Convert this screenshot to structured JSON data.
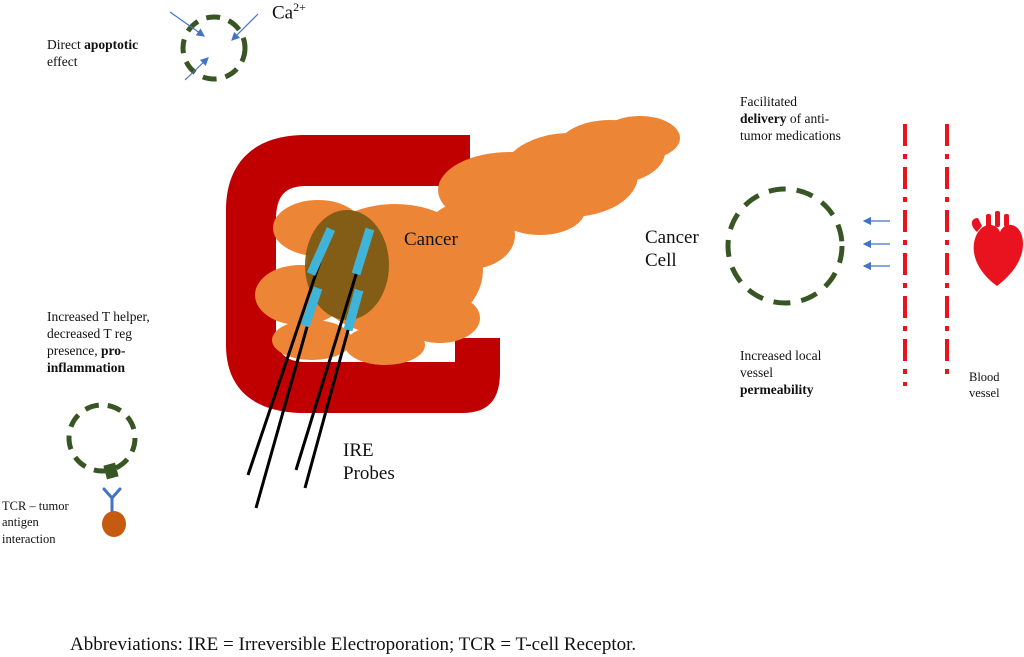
{
  "labels": {
    "ca_base": "Ca",
    "ca_sup": "2+",
    "apoptotic_pre": "Direct ",
    "apoptotic_bold": "apoptotic",
    "apoptotic_post": "effect",
    "cancer": "Cancer",
    "cancer_cell_1": "Cancer",
    "cancer_cell_2": "Cell",
    "delivery_pre": "Facilitated",
    "delivery_bold": "delivery",
    "delivery_post": " of anti-",
    "delivery_line3": "tumor medications",
    "tcell_1": "Increased T helper,",
    "tcell_2": "decreased T reg",
    "tcell_3_pre": "presence, ",
    "tcell_3_bold": "pro-",
    "tcell_4_bold": "inflammation",
    "permeability_1": "Increased local",
    "permeability_2": "vessel",
    "permeability_bold": "permeability",
    "blood_1": "Blood",
    "blood_2": "vessel",
    "ire_1": "IRE",
    "ire_2": "Probes",
    "tcr_1": "TCR – tumor",
    "tcr_2": "antigen",
    "tcr_3": "interaction"
  },
  "footer": {
    "abbreviations": "Abbreviations: IRE = Irreversible Electroporation; TCR = T-cell Receptor."
  },
  "colors": {
    "duodenum": "#c00000",
    "pancreas": "#ed8536",
    "tumor": "#7a5a12",
    "probe_tip": "#3fb4d8",
    "dashed_cell": "#375623",
    "arrow": "#4472c4",
    "vessel": "#e8131f",
    "heart": "#e8131f",
    "tcr_receptor": "#4472c4",
    "antigen": "#c55a11"
  },
  "icons": {
    "heart": "heart-icon"
  }
}
